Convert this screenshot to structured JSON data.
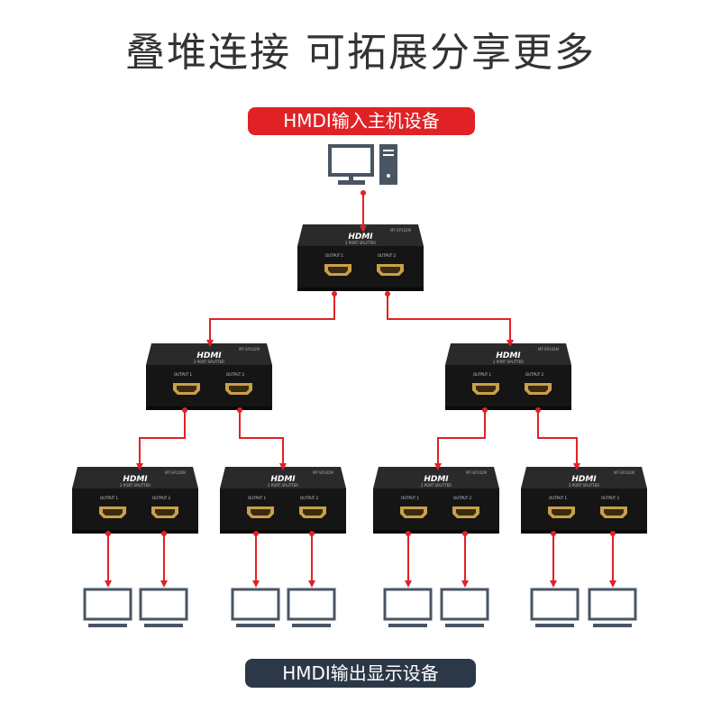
{
  "title": "叠堆连接 可拓展分享更多",
  "input_label": "HMDI输入主机设备",
  "output_label": "HMDI输出显示设备",
  "splitter": {
    "brand": "HDMI",
    "model": "MT-SP102M",
    "subtitle": "2 PORT SPLITTER",
    "port1": "OUTPUT 1",
    "port2": "OUTPUT 2"
  },
  "colors": {
    "accent_red": "#e02226",
    "label_dark": "#2c3848",
    "device_gray": "#4a5563",
    "box_black": "#151515",
    "port_gold": "#c9a04a"
  },
  "icons": [
    "desktop-computer-icon",
    "monitor-icon",
    "hdmi-port-icon"
  ]
}
